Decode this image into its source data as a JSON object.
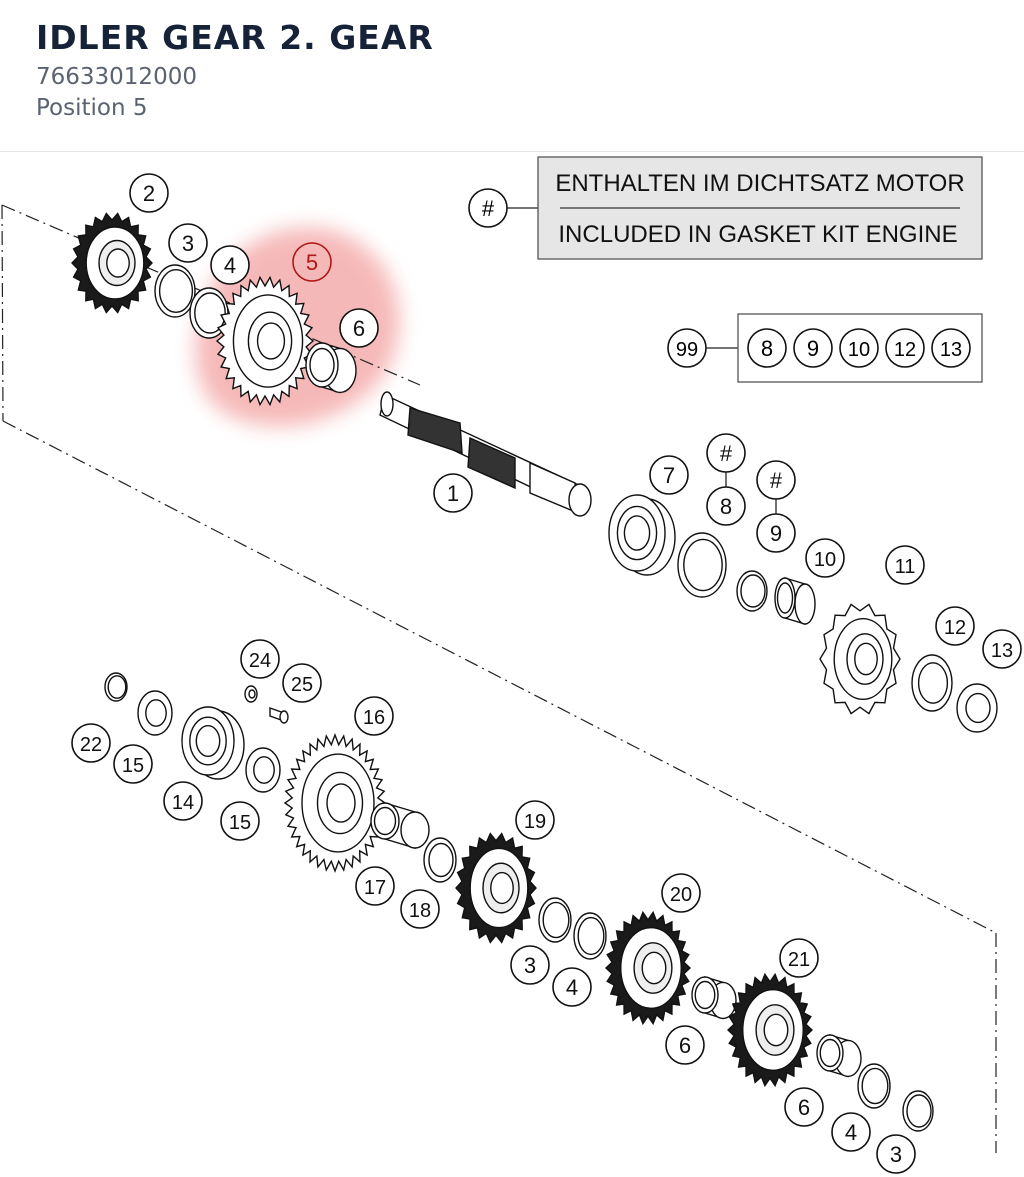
{
  "header": {
    "title": "IDLER GEAR 2. GEAR",
    "part_number": "76633012000",
    "position": "Position 5"
  },
  "legend": {
    "hash_symbol": "#",
    "line_de": "ENTHALTEN IM DICHTSATZ MOTOR",
    "line_en": "INCLUDED IN GASKET KIT ENGINE",
    "kit_number": "99",
    "kit_items": [
      "8",
      "9",
      "10",
      "12",
      "13"
    ]
  },
  "highlight": {
    "color": "#f08a8a",
    "positions": [
      "5",
      "6"
    ]
  },
  "callouts": [
    {
      "id": "2",
      "label": "2"
    },
    {
      "id": "3a",
      "label": "3"
    },
    {
      "id": "4a",
      "label": "4"
    },
    {
      "id": "5",
      "label": "5"
    },
    {
      "id": "6a",
      "label": "6"
    },
    {
      "id": "1",
      "label": "1"
    },
    {
      "id": "7",
      "label": "7"
    },
    {
      "id": "8h",
      "label": "#"
    },
    {
      "id": "8",
      "label": "8"
    },
    {
      "id": "9h",
      "label": "#"
    },
    {
      "id": "9",
      "label": "9"
    },
    {
      "id": "10",
      "label": "10"
    },
    {
      "id": "11",
      "label": "11"
    },
    {
      "id": "12",
      "label": "12"
    },
    {
      "id": "13",
      "label": "13"
    },
    {
      "id": "24",
      "label": "24"
    },
    {
      "id": "25",
      "label": "25"
    },
    {
      "id": "22",
      "label": "22"
    },
    {
      "id": "15a",
      "label": "15"
    },
    {
      "id": "14",
      "label": "14"
    },
    {
      "id": "15b",
      "label": "15"
    },
    {
      "id": "16",
      "label": "16"
    },
    {
      "id": "17",
      "label": "17"
    },
    {
      "id": "18",
      "label": "18"
    },
    {
      "id": "19",
      "label": "19"
    },
    {
      "id": "3b",
      "label": "3"
    },
    {
      "id": "4b",
      "label": "4"
    },
    {
      "id": "20",
      "label": "20"
    },
    {
      "id": "6b",
      "label": "6"
    },
    {
      "id": "21",
      "label": "21"
    },
    {
      "id": "6c",
      "label": "6"
    },
    {
      "id": "4c",
      "label": "4"
    },
    {
      "id": "3c",
      "label": "3"
    }
  ]
}
